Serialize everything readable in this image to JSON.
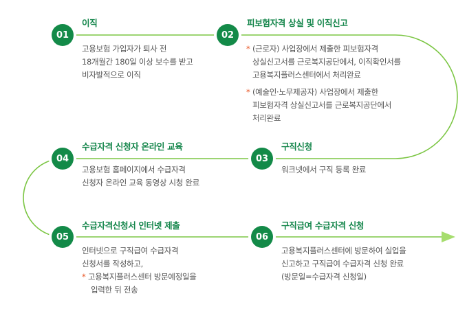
{
  "colors": {
    "accent": "#138a48",
    "title": "#13854a",
    "line": "#7cc644",
    "arrow": "#a6dd6e",
    "note_star": "#e8501e"
  },
  "steps": [
    {
      "number": "01",
      "title": "이직",
      "desc": [
        "고용보험 가입자가 퇴사 전",
        "18개월간 180일 이상 보수를 받고",
        "비자발적으로 이직"
      ]
    },
    {
      "number": "02",
      "title": "피보험자격 상실 및 이직신고",
      "notes": [
        {
          "mark": "*",
          "lines": [
            "(근로자) 사업장에서 제출한 피보험자격",
            "상실신고서를 근로복지공단에서, 이직확인서를",
            "고용복지플러스센터에서 처리완료"
          ]
        },
        {
          "mark": "*",
          "lines": [
            "(예술인·노무제공자) 사업장에서 제출한",
            "피보험자격 상실신고서를 근로복지공단에서",
            "처리완료"
          ]
        }
      ]
    },
    {
      "number": "03",
      "title": "구직신청",
      "desc": [
        "워크넷에서 구직 등록 완료"
      ]
    },
    {
      "number": "04",
      "title": "수급자격 신청자 온라인 교육",
      "desc": [
        "고용보험 홈페이지에서 수급자격",
        "신청자 온라인 교육 동영상 시청 완료"
      ]
    },
    {
      "number": "05",
      "title": "수급자격신청서 인터넷 제출",
      "desc": [
        "인터넷으로 구직급여 수급자격",
        "신청서를 작성하고,"
      ],
      "notes": [
        {
          "mark": "*",
          "lines": [
            "고용복지플러스센터 방문예정일을",
            "입력한 뒤 전송"
          ]
        }
      ]
    },
    {
      "number": "06",
      "title": "구직급여 수급자격 신청",
      "desc": [
        "고용복지플러스센터에 방문하여 실업을",
        "신고하고 구직급여 수급자격 신청 완료",
        "(방문일=수급자격 신청일)"
      ]
    }
  ]
}
